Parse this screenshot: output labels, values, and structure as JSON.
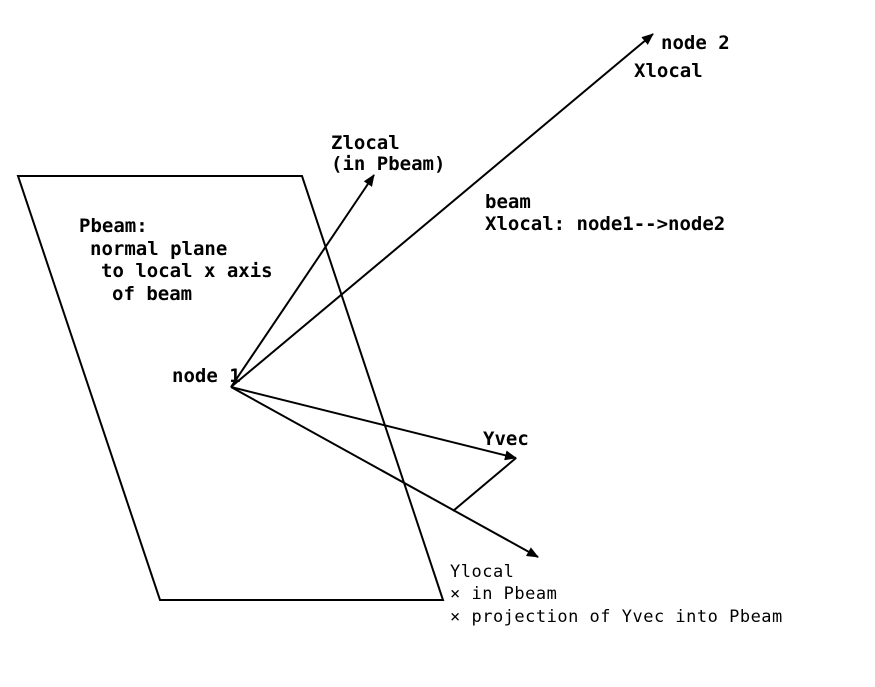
{
  "labels": {
    "node2": "node 2",
    "xlocal_tip": "Xlocal",
    "zlocal": "Zlocal",
    "zlocal_sub": "(in Pbeam)",
    "beam": "beam",
    "beam_desc": "Xlocal: node1-->node2",
    "pbeam_title": "Pbeam:",
    "pbeam_l1": "normal plane",
    "pbeam_l2": "to local x axis",
    "pbeam_l3": "of beam",
    "node1": "node 1",
    "yvec": "Yvec",
    "ylocal": "Ylocal",
    "ylocal_b1": "× in Pbeam",
    "ylocal_b2": "× projection of Yvec into Pbeam"
  }
}
